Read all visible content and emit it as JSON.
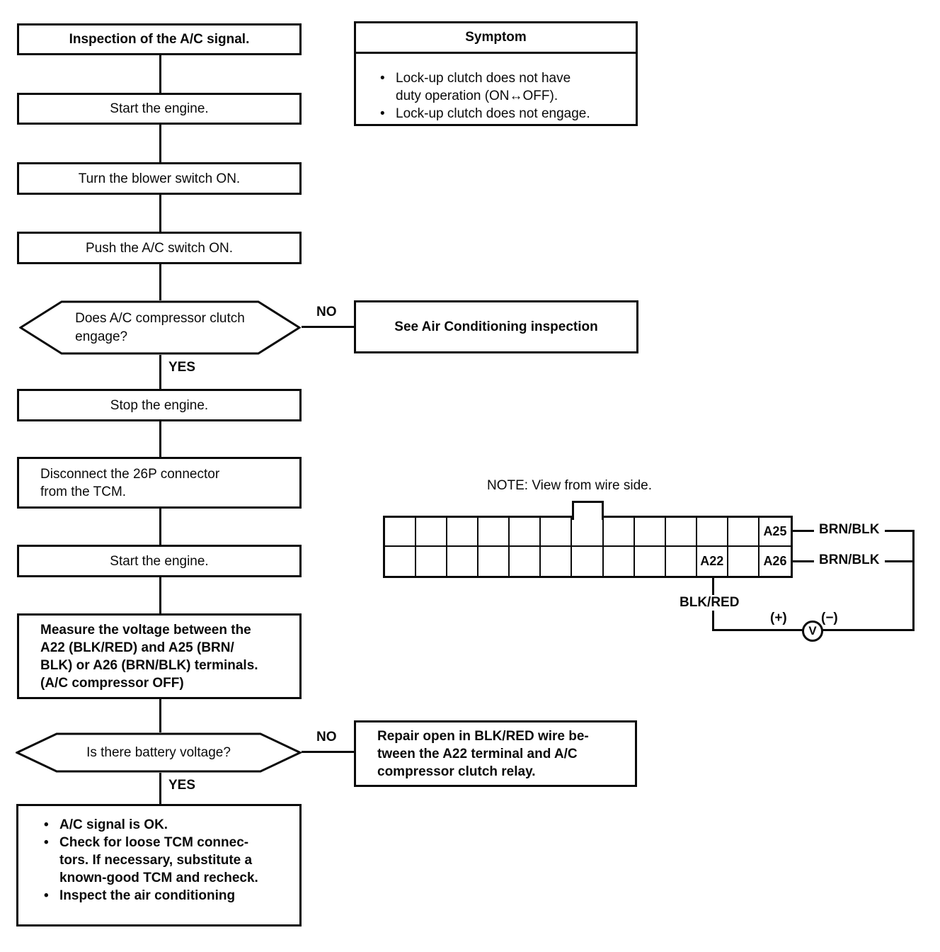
{
  "flow": {
    "title_box": "Inspection of the A/C signal.",
    "steps": {
      "start_engine_1": "Start the engine.",
      "blower_on": "Turn the blower switch ON.",
      "ac_switch_on": "Push the A/C switch ON.",
      "stop_engine": "Stop the engine.",
      "disconnect_tcm": "Disconnect the 26P connector\nfrom the TCM.",
      "start_engine_2": "Start the engine.",
      "measure_voltage": "Measure the voltage between the\nA22 (BLK/RED) and A25 (BRN/\nBLK) or A26 (BRN/BLK) terminals.\n(A/C compressor OFF)"
    },
    "decisions": {
      "clutch_engage": "Does A/C compressor clutch\nengage?",
      "battery_voltage": "Is there battery voltage?"
    },
    "labels": {
      "yes": "YES",
      "no": "NO"
    },
    "see_air_conditioning": "See Air Conditioning inspection",
    "repair_open": "Repair open in BLK/RED wire be-\ntween the A22 terminal and A/C\ncompressor clutch relay.",
    "result_items": [
      "A/C signal is OK.",
      "Check for loose TCM connec-\ntors. If necessary, substitute a\nknown-good TCM and recheck.",
      "Inspect the air conditioning"
    ]
  },
  "symptom": {
    "header": "Symptom",
    "items": [
      "Lock-up clutch does not have\nduty operation (ON↔OFF).",
      "Lock-up clutch does not engage."
    ]
  },
  "connector": {
    "note": "NOTE: View from wire side.",
    "pins": {
      "a25": "A25",
      "a22": "A22",
      "a26": "A26"
    },
    "wires": {
      "brn_blk_top": "BRN/BLK",
      "brn_blk_bottom": "BRN/BLK",
      "blk_red": "BLK/RED"
    },
    "meter": {
      "plus": "(+)",
      "minus": "(−)",
      "symbol": "V"
    }
  },
  "ui": {
    "bullet": "•"
  },
  "colors": {
    "ink": "#0a0a0a",
    "paper": "#ffffff"
  }
}
